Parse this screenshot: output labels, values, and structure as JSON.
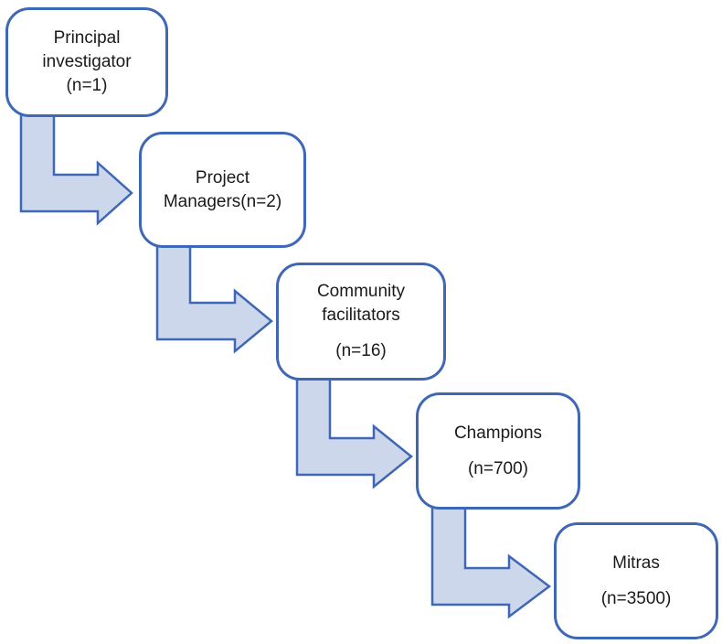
{
  "diagram": {
    "type": "cascade-flow",
    "nodes": [
      {
        "id": "principal-investigator",
        "label": "Principal investigator",
        "n": 1,
        "lines": [
          "Principal",
          "investigator",
          "(n=1)"
        ]
      },
      {
        "id": "project-managers",
        "label": "Project Managers",
        "n": 2,
        "lines": [
          "Project",
          "Managers(n=2)"
        ]
      },
      {
        "id": "community-facilitators",
        "label": "Community facilitators",
        "n": 16,
        "lines": [
          "Community",
          "facilitators",
          "(n=16)"
        ]
      },
      {
        "id": "champions",
        "label": "Champions",
        "n": 700,
        "lines": [
          "Champions",
          "(n=700)"
        ]
      },
      {
        "id": "mitras",
        "label": "Mitras",
        "n": 3500,
        "lines": [
          "Mitras",
          "(n=3500)"
        ]
      }
    ],
    "edges": [
      {
        "from": "principal-investigator",
        "to": "project-managers"
      },
      {
        "from": "project-managers",
        "to": "community-facilitators"
      },
      {
        "from": "community-facilitators",
        "to": "champions"
      },
      {
        "from": "champions",
        "to": "mitras"
      }
    ]
  },
  "colors": {
    "outline": "#3E68B5",
    "node_fill": "#FFFFFF",
    "arrow_fill": "#CDD7EB",
    "text": "#1A1A1A",
    "background": "#FFFFFF"
  }
}
